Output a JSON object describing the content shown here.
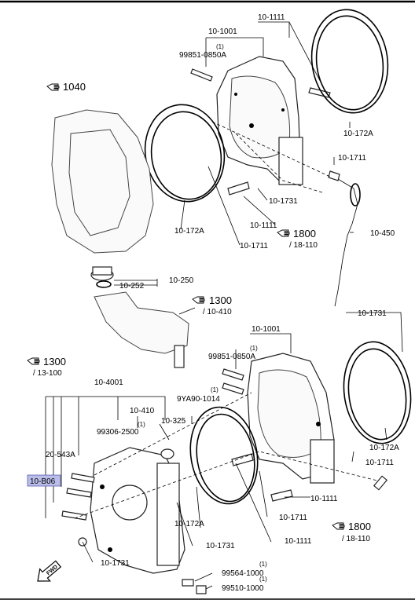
{
  "labels": {
    "p10_1111_a": "10-1111",
    "p10_1001_a": "10-1001",
    "p1_a": "(1)",
    "p99851_a": "99851-0850A",
    "p1040": "1040",
    "p10_172A_a": "10-172A",
    "p10_1711_a": "10-1711",
    "p10_1731_a": "10-1731",
    "p10_1111_b": "10-1111",
    "p10_172A_b": "10-172A",
    "p10_1711_b": "10-1711",
    "p1800_a": "1800",
    "p18_110_a": "/ 18-110",
    "p10_450": "10-450",
    "p10_250": "10-250",
    "p10_252": "10-252",
    "p1300_a": "1300",
    "p10_410_a": "/ 10-410",
    "p10_1731_b": "10-1731",
    "p10_1001_b": "10-1001",
    "p1_b": "(1)",
    "p99851_b": "99851-0850A",
    "p1300_b": "1300",
    "p13_100": "/ 13-100",
    "p10_4001": "10-4001",
    "p1_c": "(1)",
    "p9YA90": "9YA90-1014",
    "p10_410_b": "10-410",
    "p10_325": "10-325",
    "p1_d": "(1)",
    "p99306": "99306-2500",
    "p20_543A": "20-543A",
    "p10_B06": "10-B06",
    "p10_172A_c": "10-172A",
    "p10_1711_c": "10-1711",
    "p10_1111_c": "10-1111",
    "p10_172A_d": "10-172A",
    "p10_1711_d": "10-1711",
    "p10_1111_d": "10-1111",
    "p1800_b": "1800",
    "p18_110_b": "/ 18-110",
    "p10_1731_c": "10-1731",
    "p10_1731_d": "10-1731",
    "p1_e": "(1)",
    "p99564": "99564-1000",
    "p1_f": "(1)",
    "p99510": "99510-1000",
    "fwd": "FWD"
  },
  "highlight_color": "#b9bde8",
  "icons": [
    "pointing-hand-icon",
    "forward-arrow-icon"
  ]
}
